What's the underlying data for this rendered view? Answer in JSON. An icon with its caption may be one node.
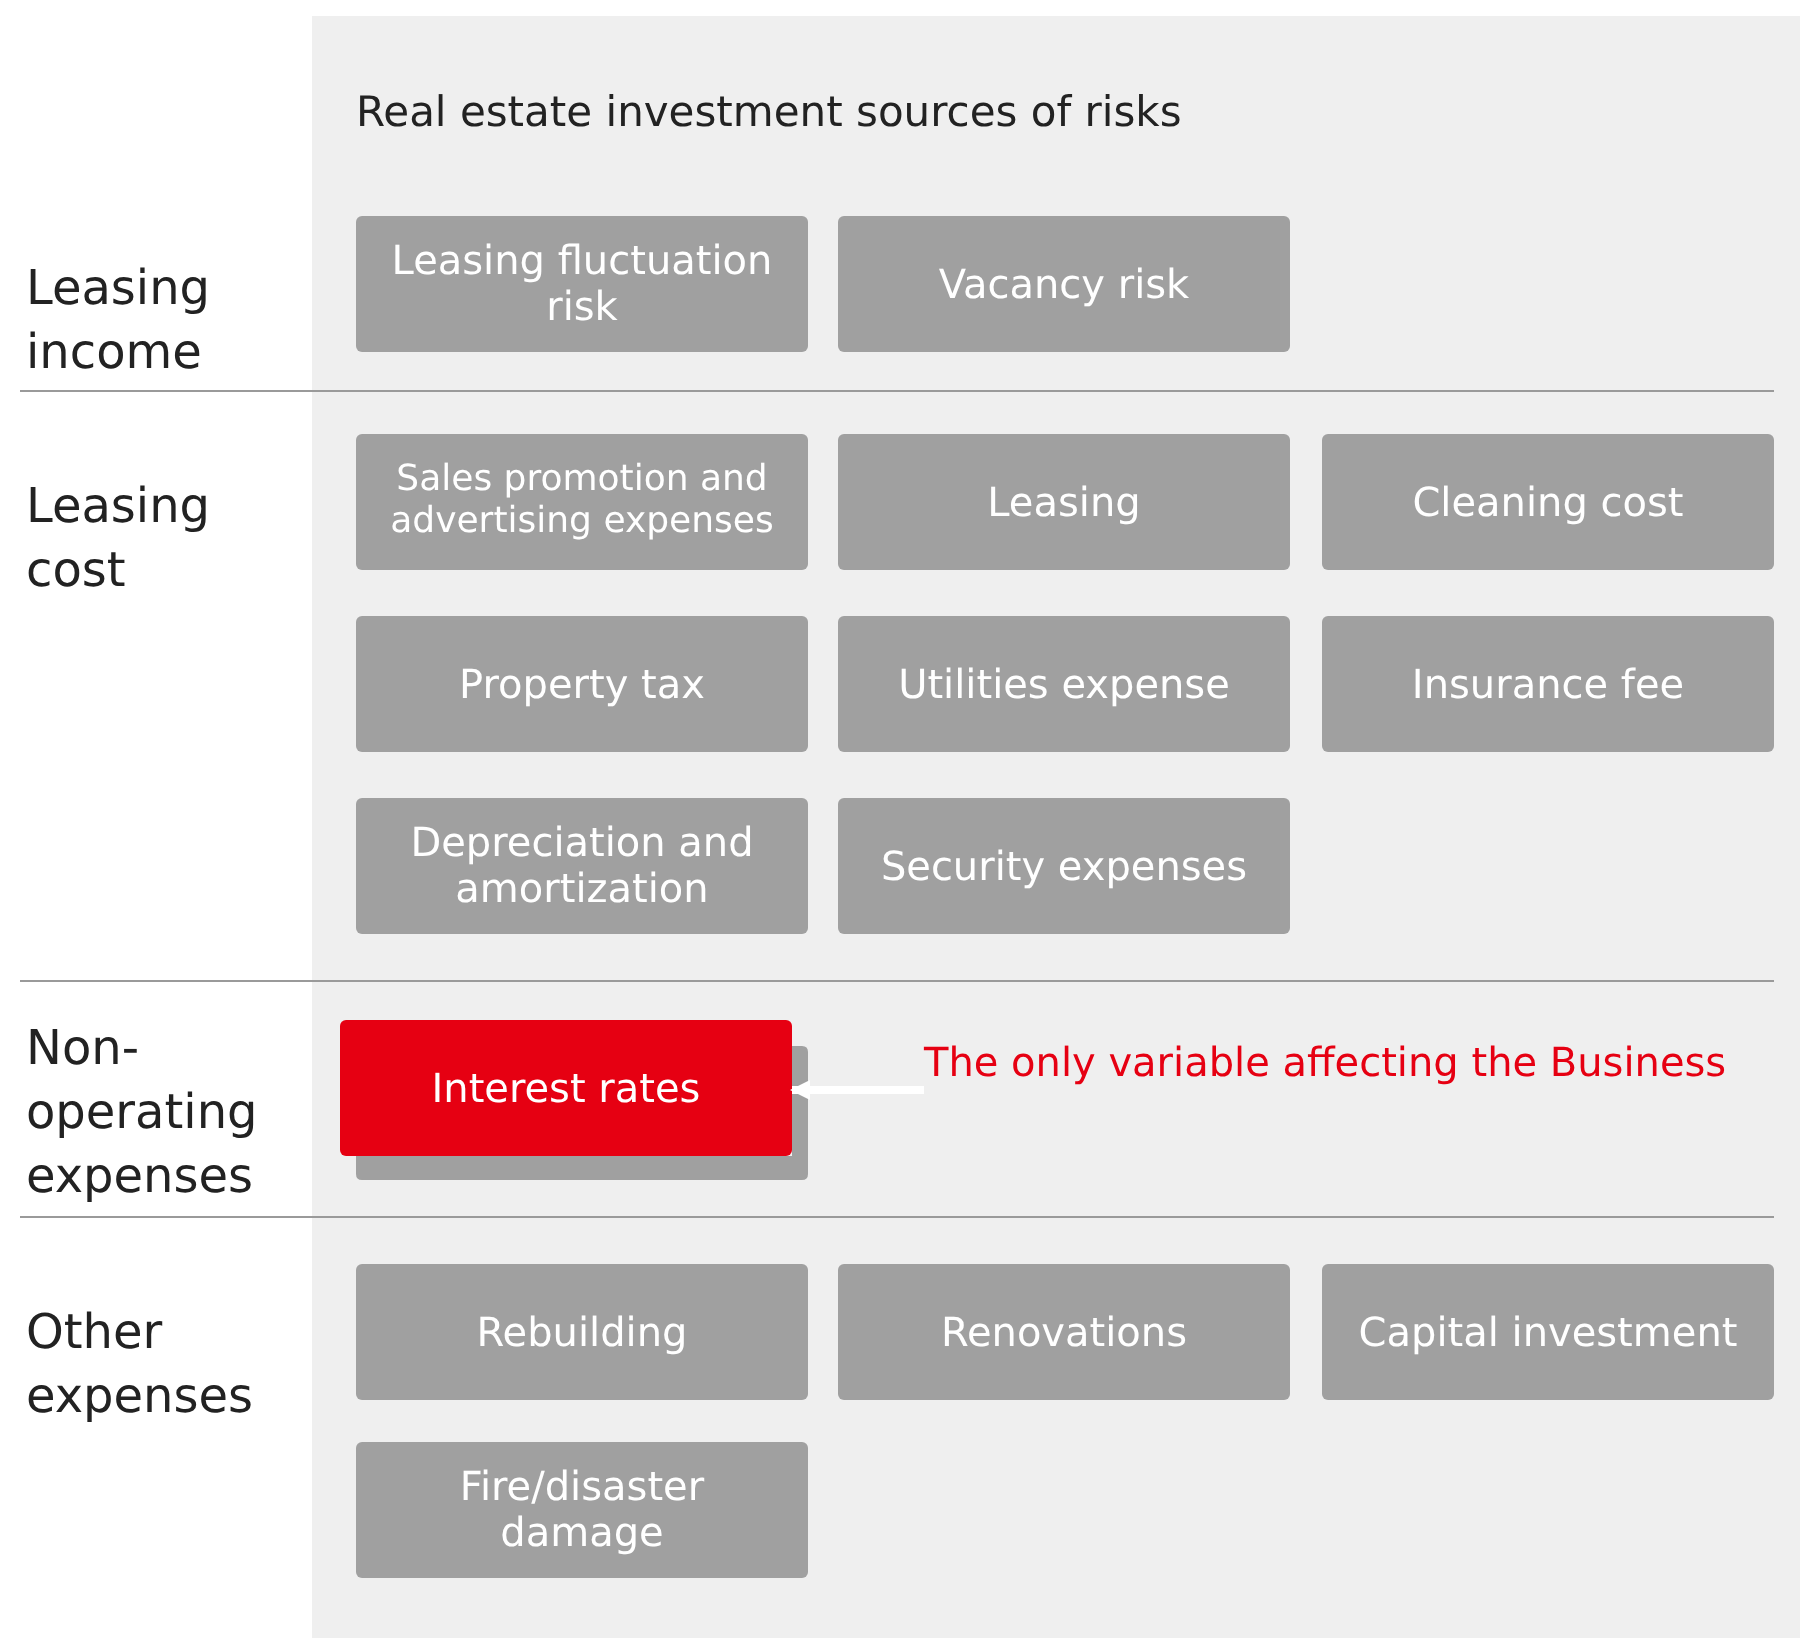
{
  "diagram": {
    "title": "Real estate investment sources of risks",
    "nodes": [
      {
        "text": [
          "Leasing fluctuation risk"
        ]
      },
      {
        "text": [
          "Vacancy risk"
        ]
      },
      {
        "text": [
          "Sales promotion and advertising expenses"
        ]
      },
      {
        "text": [
          "Leasing"
        ]
      },
      {
        "text": [
          "Cleaning cost"
        ]
      },
      {
        "text": [
          "Property tax"
        ]
      },
      {
        "text": [
          "Utilities expense"
        ]
      },
      {
        "text": [
          "Insurance fee"
        ]
      },
      {
        "text": [
          "Depreciation and amortization"
        ]
      },
      {
        "text": [
          "Security expenses"
        ]
      },
      {
        "text": [
          "Interest rates"
        ]
      },
      {
        "text": [
          "The only variable affecting the Business"
        ]
      },
      {
        "text": [
          "Rebuilding"
        ]
      },
      {
        "text": [
          "Renovations"
        ]
      },
      {
        "text": [
          "Capital investment"
        ]
      },
      {
        "text": [
          "Fire/disaster damage"
        ]
      }
    ],
    "edges": [
      {
        "from": 11,
        "to": 10,
        "arrow": "to",
        "color": "#ffffff"
      }
    ],
    "labels": [
      "Leasing income",
      "Leasing cost",
      "Non-operating expenses",
      "Other expenses"
    ]
  }
}
